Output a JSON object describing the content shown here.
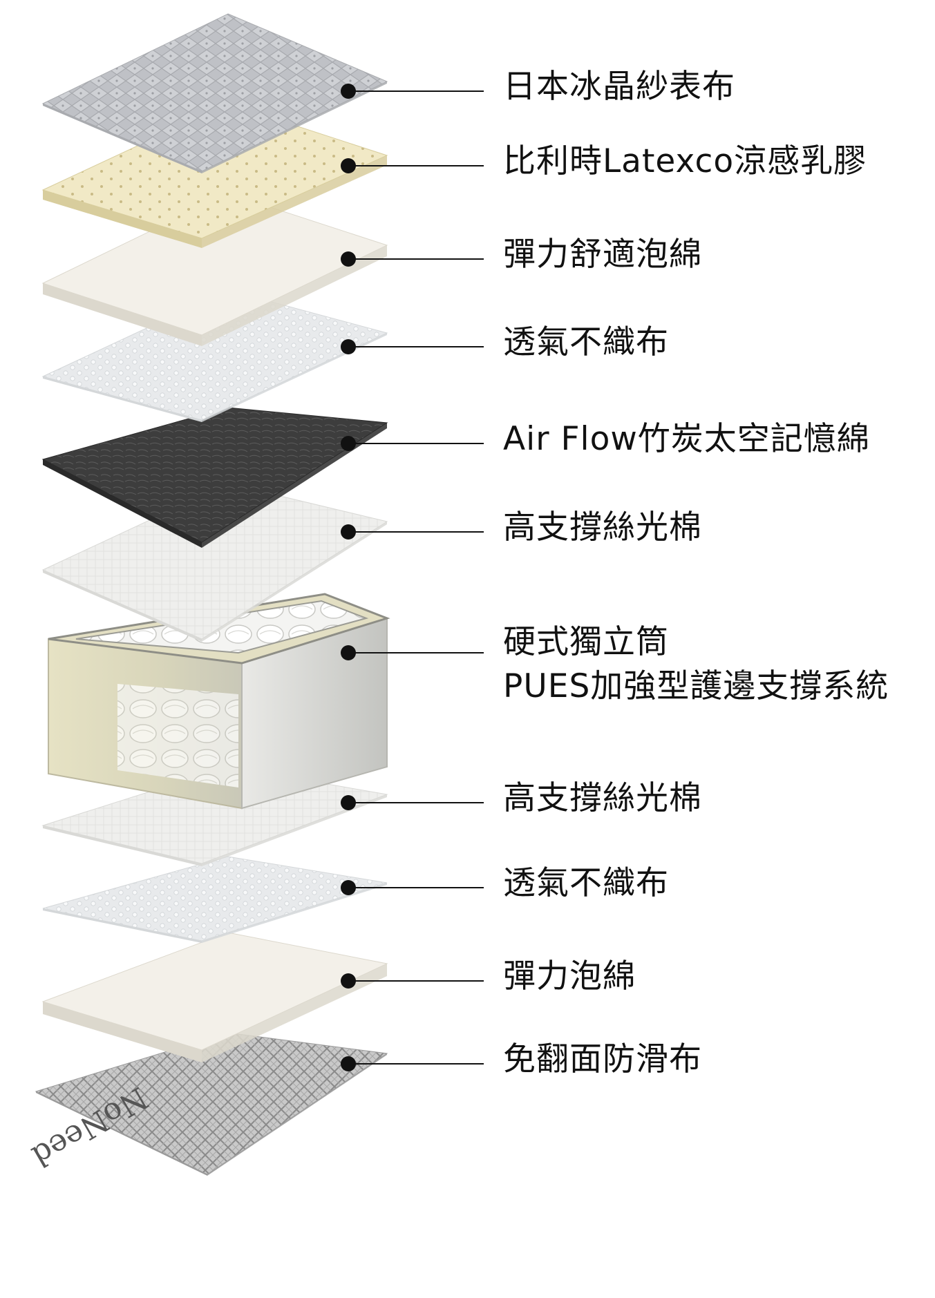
{
  "colors": {
    "leader": "#111111",
    "text": "#111111",
    "background": "#ffffff"
  },
  "layers": [
    {
      "id": "quilted-cover",
      "label": "日本冰晶紗表布",
      "material": "quilted-fabric",
      "color": "#bcbec3"
    },
    {
      "id": "latex",
      "label": "比利時Latexco涼感乳膠",
      "material": "perforated-latex",
      "color": "#efe6c0"
    },
    {
      "id": "comfort-foam",
      "label": "彈力舒適泡綿",
      "material": "foam",
      "color": "#f1eee7"
    },
    {
      "id": "nonwoven-top",
      "label": "透氣不織布",
      "material": "nonwoven",
      "color": "#e9ebec"
    },
    {
      "id": "bamboo-memory-foam",
      "label": "Air Flow竹炭太空記憶綿",
      "material": "charcoal-foam",
      "color": "#3f3f3f"
    },
    {
      "id": "silk-cotton-top",
      "label": "高支撐絲光棉",
      "material": "cotton",
      "color": "#eeeeec"
    },
    {
      "id": "pocket-springs",
      "label": "硬式獨立筒",
      "label2": "PUES加強型護邊支撐系統",
      "material": "spring-core",
      "color": "#ddd9bb"
    },
    {
      "id": "silk-cotton-bottom",
      "label": "高支撐絲光棉",
      "material": "cotton",
      "color": "#eeeeec"
    },
    {
      "id": "nonwoven-bottom",
      "label": "透氣不織布",
      "material": "nonwoven",
      "color": "#e9ebec"
    },
    {
      "id": "elastic-foam",
      "label": "彈力泡綿",
      "material": "foam",
      "color": "#f1eee7"
    },
    {
      "id": "anti-slip-base",
      "label": "免翻面防滑布",
      "material": "anti-slip-fabric",
      "color": "#b9b9b9"
    }
  ]
}
